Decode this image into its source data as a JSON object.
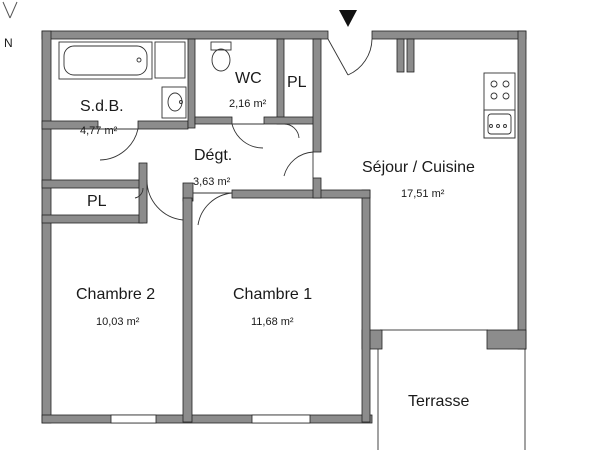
{
  "compass": {
    "label": "N",
    "icon": "north-arrow-icon"
  },
  "entrance": {
    "icon": "entrance-arrow-icon"
  },
  "colors": {
    "wall": "#8c8c8c",
    "wall_outline": "#222222",
    "line": "#333333",
    "background": "#ffffff"
  },
  "rooms": {
    "sdb": {
      "name": "S.d.B.",
      "area": "4,77 m²"
    },
    "wc": {
      "name": "WC",
      "area": "2,16 m²"
    },
    "pl_top": {
      "name": "PL"
    },
    "degt": {
      "name": "Dégt.",
      "area": "3,63 m²"
    },
    "sejour": {
      "name": "Séjour / Cuisine",
      "area": "17,51 m²"
    },
    "pl_left": {
      "name": "PL"
    },
    "chambre2": {
      "name": "Chambre 2",
      "area": "10,03 m²"
    },
    "chambre1": {
      "name": "Chambre 1",
      "area": "11,68 m²"
    },
    "terrasse": {
      "name": "Terrasse"
    }
  },
  "fixtures": [
    "bathtub-icon",
    "washbasin-icon",
    "toilet-icon",
    "stove-icon",
    "sink-icon"
  ]
}
